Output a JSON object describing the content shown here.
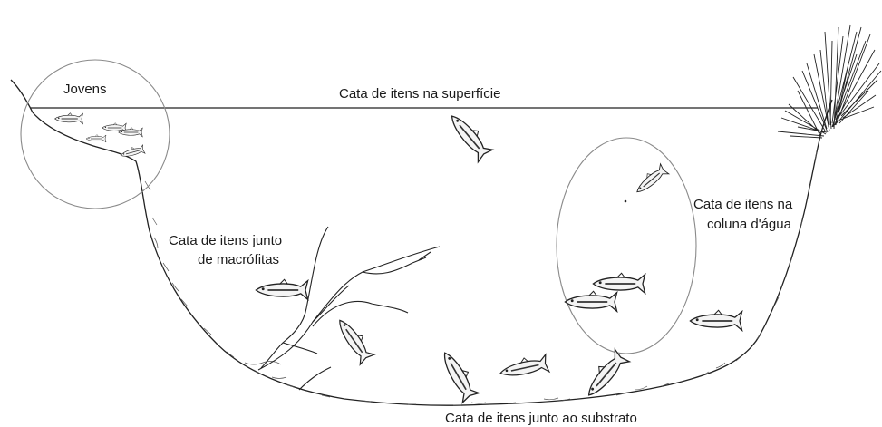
{
  "labels": {
    "jovens": "Jovens",
    "surface": "Cata de itens na superfície",
    "column_line1": "Cata de itens na",
    "column_line2": "coluna d'água",
    "macrophytes_line1": "Cata de itens junto",
    "macrophytes_line2": "de macrófitas",
    "substrate": "Cata de itens junto ao substrato"
  },
  "colors": {
    "line": "#222222",
    "circle": "#8a8a8a",
    "fish_fill": "#f4f4f4",
    "fish_stripe": "#333333"
  }
}
